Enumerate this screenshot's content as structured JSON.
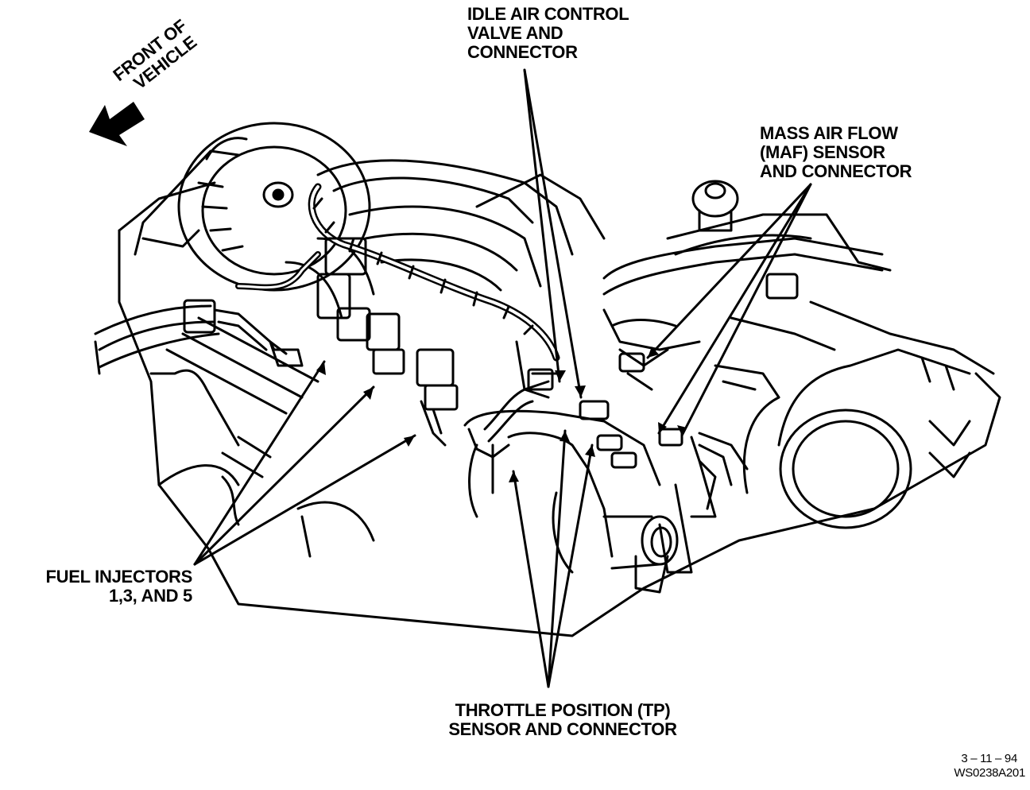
{
  "colors": {
    "ink": "#000000",
    "paper": "#ffffff"
  },
  "direction": {
    "lines": [
      "FRONT OF",
      "VEHICLE"
    ],
    "icon": "arrow-icon"
  },
  "callouts": {
    "idle_air": [
      "IDLE AIR CONTROL",
      "VALVE AND",
      "CONNECTOR"
    ],
    "maf": [
      "MASS AIR FLOW",
      "(MAF) SENSOR",
      "AND CONNECTOR"
    ],
    "injectors": [
      "FUEL INJECTORS",
      "1,3, AND 5"
    ],
    "tp": [
      "THROTTLE POSITION (TP)",
      "SENSOR AND CONNECTOR"
    ]
  },
  "footer": {
    "date": "3 – 11 – 94",
    "code": "WS0238A201"
  }
}
